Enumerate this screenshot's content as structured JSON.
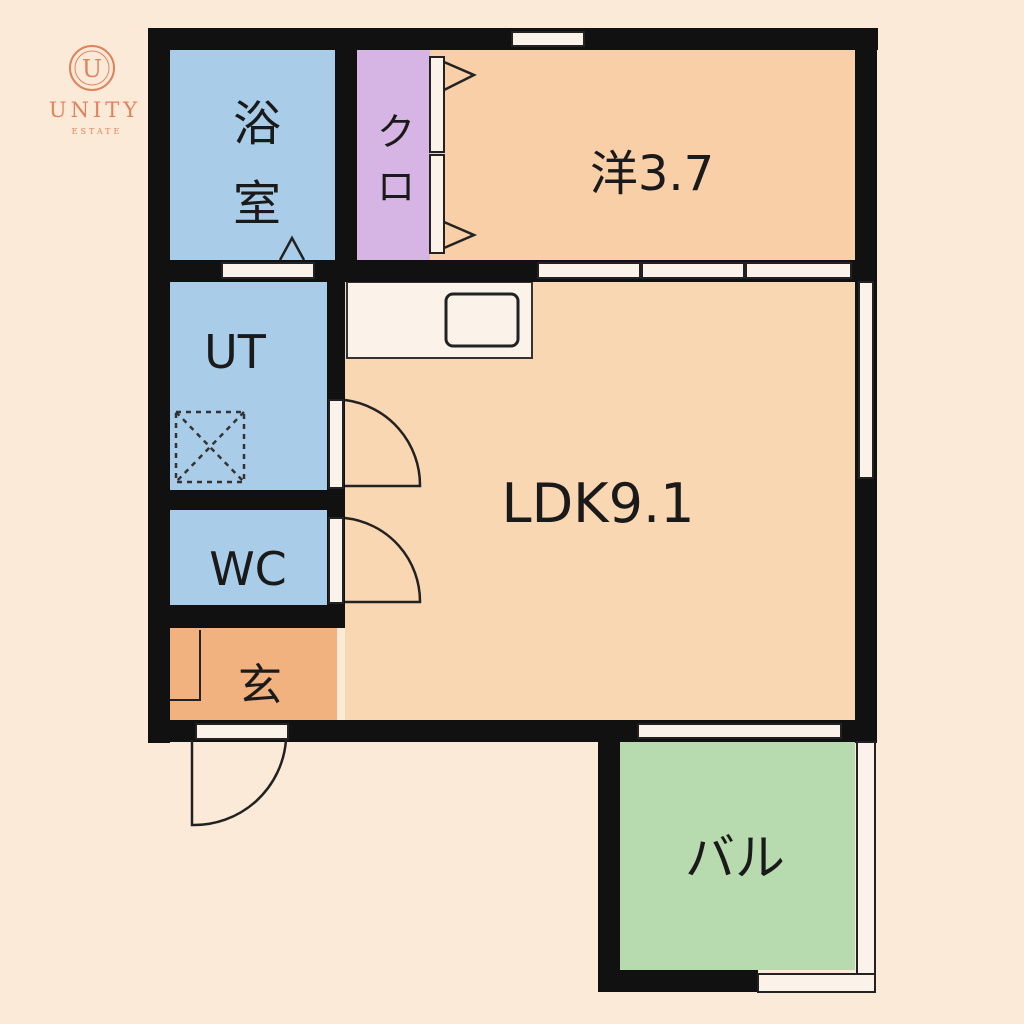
{
  "logo": {
    "mark": "U",
    "name": "UNITY",
    "sub": "ESTATE",
    "color": "#e0825c"
  },
  "rooms": {
    "bath": {
      "label_line1": "浴",
      "label_line2": "室",
      "color": "#a9cde8"
    },
    "closet": {
      "label_line1": "ク",
      "label_line2": "ロ",
      "color": "#d6b4e4"
    },
    "western": {
      "label": "洋3.7",
      "color": "#f8cfa7"
    },
    "utility": {
      "label": "UT",
      "color": "#a9cde8"
    },
    "toilet": {
      "label": "WC",
      "color": "#a9cde8"
    },
    "entrance": {
      "label": "玄",
      "color": "#f2b27f"
    },
    "ldk": {
      "label": "LDK9.1",
      "color": "#f9d7b3"
    },
    "balcony": {
      "label": "バル",
      "color": "#b7dbae"
    }
  },
  "colors": {
    "wall": "#111111",
    "background": "#fcead8",
    "window": "#fbf3ea"
  }
}
